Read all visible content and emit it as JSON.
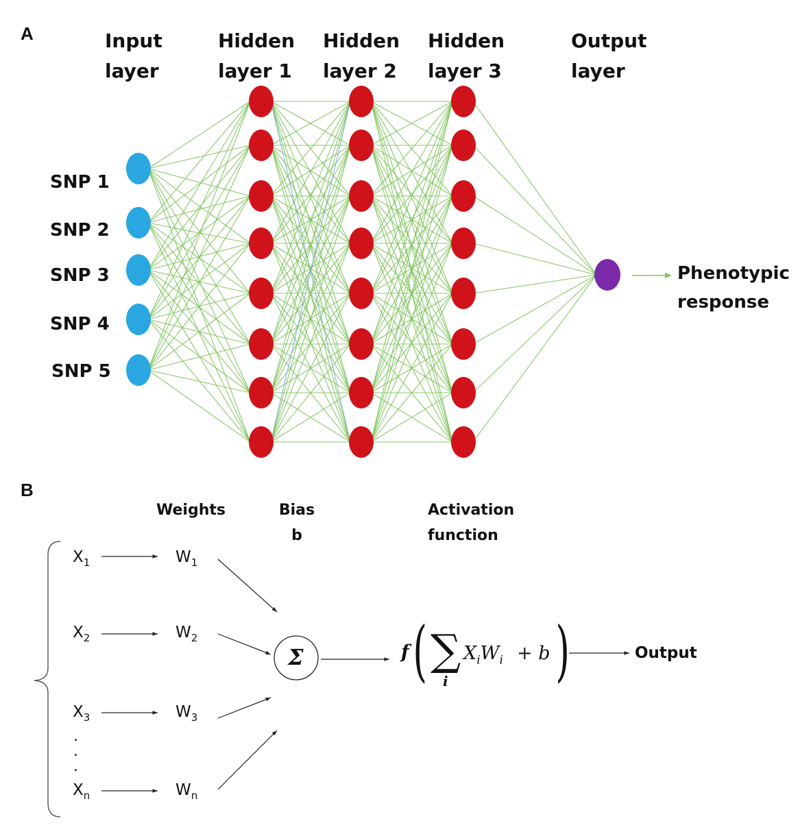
{
  "panel_a": {
    "letter": "A",
    "layers": [
      {
        "title_line1": "Input",
        "title_line2": "layer",
        "nodes": 5,
        "color": "#2aa7e0"
      },
      {
        "title_line1": "Hidden",
        "title_line2": "layer 1",
        "nodes": 8,
        "color": "#d0121b"
      },
      {
        "title_line1": "Hidden",
        "title_line2": "layer 2",
        "nodes": 8,
        "color": "#d0121b"
      },
      {
        "title_line1": "Hidden",
        "title_line2": "layer 3",
        "nodes": 8,
        "color": "#d0121b"
      },
      {
        "title_line1": "Output",
        "title_line2": "layer",
        "nodes": 1,
        "color": "#7a2aa8"
      }
    ],
    "inputs": [
      "SNP 1",
      "SNP 2",
      "SNP 3",
      "SNP 4",
      "SNP 5"
    ],
    "output_line1": "Phenotypic",
    "output_line2": "response",
    "edge_color": "#7cc35a",
    "accent_edge_color": "#7aa7d6"
  },
  "panel_b": {
    "letter": "B",
    "weights_title": "Weights",
    "bias_line1": "Bias",
    "bias_line2": "b",
    "activation_line1": "Activation",
    "activation_line2": "function",
    "inputs": [
      {
        "base": "X",
        "sub": "1"
      },
      {
        "base": "X",
        "sub": "2"
      },
      {
        "base": "X",
        "sub": "3"
      },
      {
        "base": "X",
        "sub": "n"
      }
    ],
    "weights": [
      {
        "base": "W",
        "sub": "1"
      },
      {
        "base": "W",
        "sub": "2"
      },
      {
        "base": "W",
        "sub": "3"
      },
      {
        "base": "W",
        "sub": "n"
      }
    ],
    "dots": [
      ".",
      ".",
      "."
    ],
    "sum_symbol": "Σ",
    "formula": {
      "f": "f",
      "open": "(",
      "big_sigma": "∑",
      "index": "i",
      "term": "X",
      "term_sub": "i",
      "term2": "W",
      "term2_sub": "i",
      "plus_b": "+ b",
      "close": ")"
    },
    "output_label": "Output"
  }
}
